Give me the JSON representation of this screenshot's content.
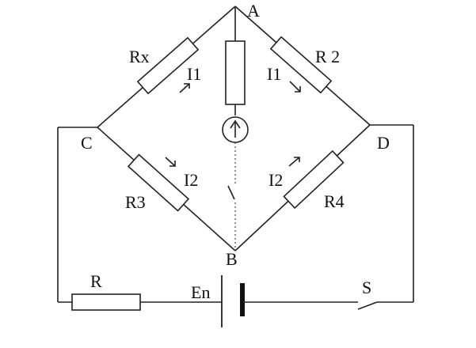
{
  "nodes": {
    "a": "A",
    "b": "B",
    "c": "C",
    "d": "D"
  },
  "resistors": {
    "rx": "Rx",
    "r2": "R 2",
    "r3": "R3",
    "r4": "R4",
    "r": "R"
  },
  "currents": {
    "i1_left": "I1",
    "i1_right": "I1",
    "i2_left": "I2",
    "i2_right": "I2"
  },
  "source": {
    "emf": "En"
  },
  "switch": {
    "s": "S"
  }
}
